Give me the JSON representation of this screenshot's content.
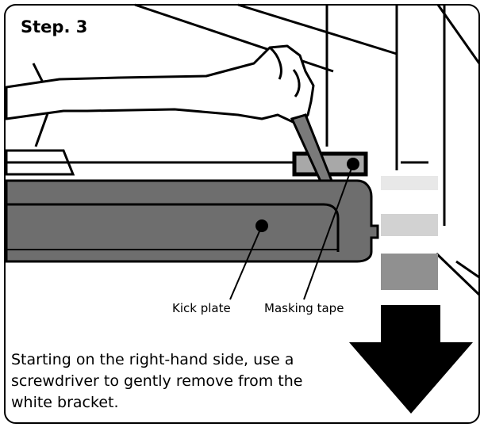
{
  "step": {
    "title": "Step. 3"
  },
  "callouts": {
    "kick_plate": "Kick plate",
    "masking_tape": "Masking tape"
  },
  "instructions": "Starting on the right-hand side, use a screwdriver to gently remove from the white bracket.",
  "colors": {
    "kick_plate": "#6e6e6e",
    "tape": "#a8a8a8",
    "swatch_light": "#e8e8e8",
    "swatch_mid": "#d2d2d2",
    "swatch_dark": "#909090",
    "arrow": "#000000"
  }
}
